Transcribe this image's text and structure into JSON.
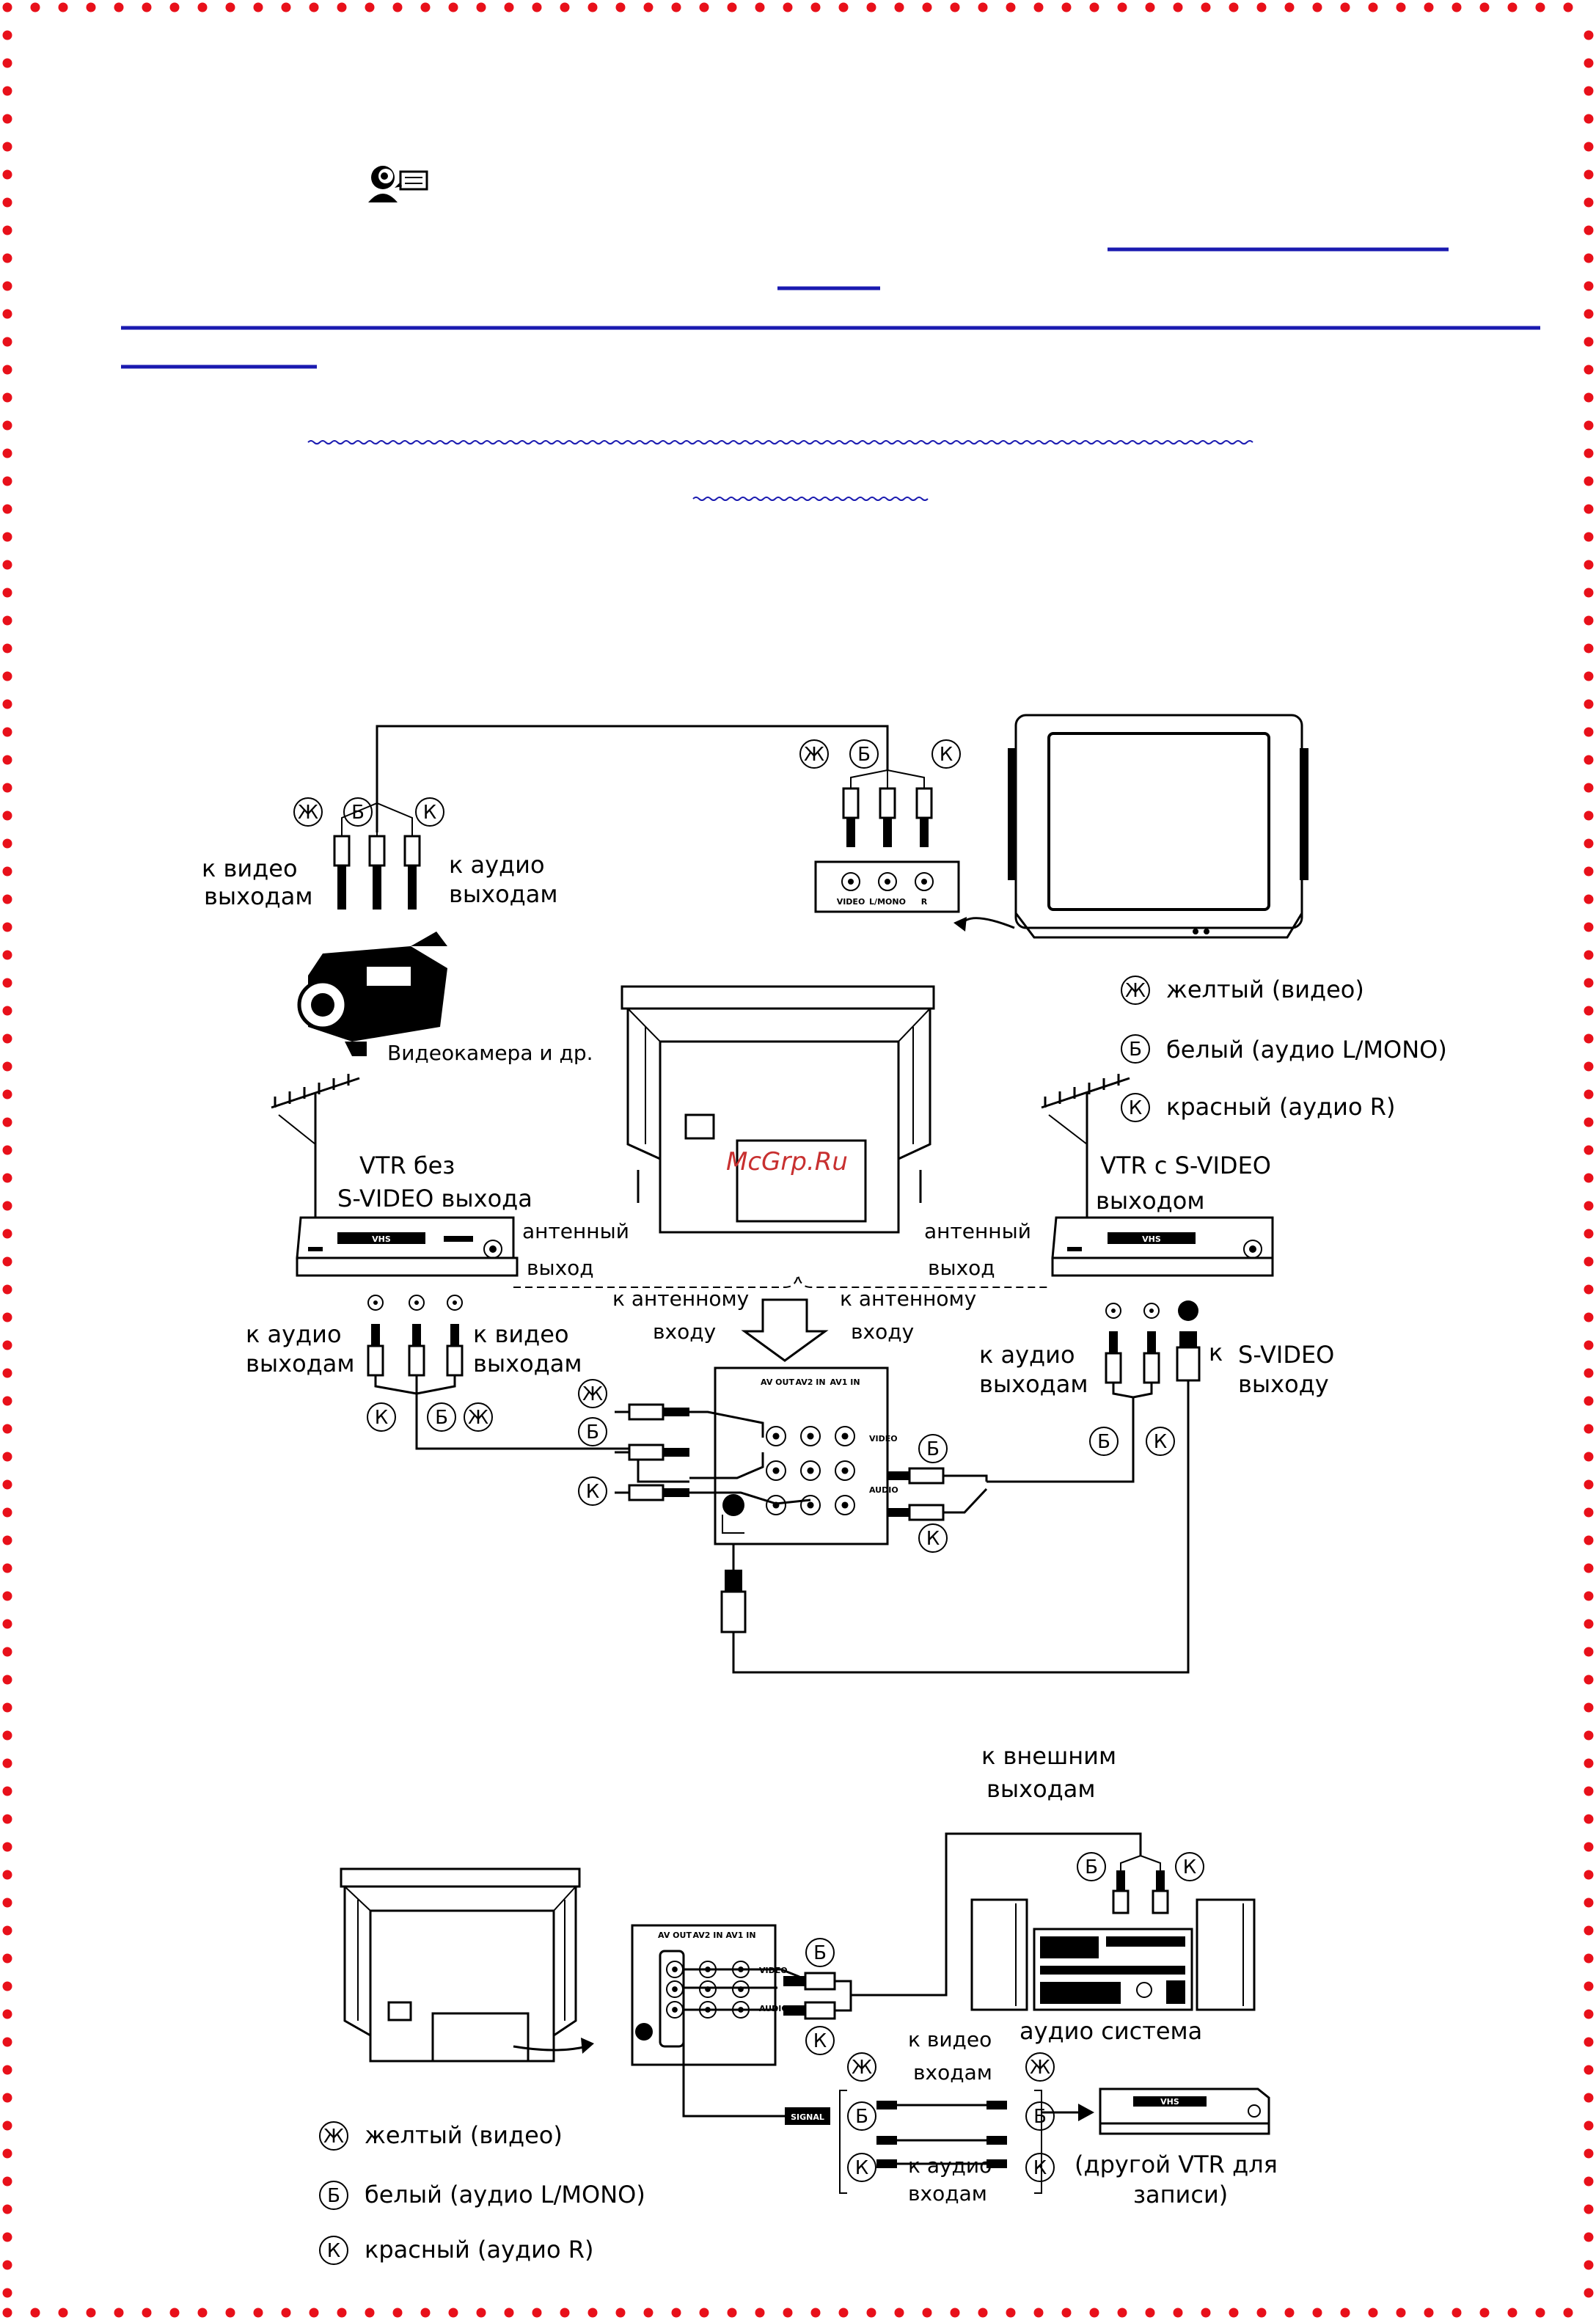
{
  "border": {
    "dot_color": "#e8101a"
  },
  "header": {
    "icon": "person-speech-icon"
  },
  "watermark": "McGrp.Ru",
  "diagram1": {
    "camcorder": {
      "label": "Видеокамера и др.",
      "to_video": [
        "к видео",
        "выходам"
      ],
      "to_audio": [
        "к аудио",
        "выходам"
      ],
      "plug_codes": [
        "Ж",
        "Б",
        "К"
      ]
    },
    "front_tv": {
      "jack_labels": [
        "VIDEO",
        "L/MONO",
        "R"
      ],
      "plug_codes": [
        "Ж",
        "Б",
        "К"
      ]
    },
    "legend": [
      {
        "code": "Ж",
        "text": "желтый (видео)"
      },
      {
        "code": "Б",
        "text": "белый (аудио L/MONO)"
      },
      {
        "code": "К",
        "text": "красный (аудио R)"
      }
    ],
    "vtr_left": {
      "title": [
        "VTR без",
        "S-VIDEO выхода"
      ],
      "antenna_out": [
        "антенный",
        "выход"
      ],
      "audio_out": [
        "к аудио",
        "выходам"
      ],
      "video_out": [
        "к видео",
        "выходам"
      ],
      "plug_codes": [
        "К",
        "Б",
        "Ж"
      ],
      "vhs": "VHS"
    },
    "vtr_right": {
      "title": [
        "VTR с S-VIDEO",
        "выходом"
      ],
      "antenna_out": [
        "антенный",
        "выход"
      ],
      "audio_out": [
        "к аудио",
        "выходам"
      ],
      "svideo_out": [
        "к",
        "S-VIDEO",
        "выходу"
      ],
      "plug_codes": [
        "Б",
        "К"
      ],
      "vhs": "VHS"
    },
    "antenna_in": [
      "к антенному",
      "входу"
    ],
    "panel": {
      "columns": [
        "AV OUT",
        "AV2 IN",
        "AV1 IN"
      ],
      "rows": [
        "VIDEO",
        "AUDIO"
      ],
      "left_codes": [
        "Ж",
        "Б",
        "К"
      ],
      "right_codes": [
        "Б",
        "К"
      ]
    }
  },
  "diagram2": {
    "external": [
      "к внешним",
      "выходам"
    ],
    "audio_system": "аудио система",
    "video_in": [
      "к видео",
      "входам"
    ],
    "audio_in": [
      "к аудио",
      "входам"
    ],
    "other_vtr": [
      "(другой VTR для",
      "записи)"
    ],
    "panel": {
      "columns": [
        "AV OUT",
        "AV2 IN",
        "AV1 IN"
      ],
      "rows": [
        "VIDEO",
        "AUDIO"
      ]
    },
    "codes_audio": [
      "Б",
      "К"
    ],
    "codes_vtr": [
      "Ж",
      "Б",
      "К",
      "Ж",
      "Б",
      "К"
    ],
    "legend": [
      {
        "code": "Ж",
        "text": "желтый (видео)"
      },
      {
        "code": "Б",
        "text": "белый (аудио L/MONO)"
      },
      {
        "code": "К",
        "text": "красный (аудио R)"
      }
    ]
  }
}
